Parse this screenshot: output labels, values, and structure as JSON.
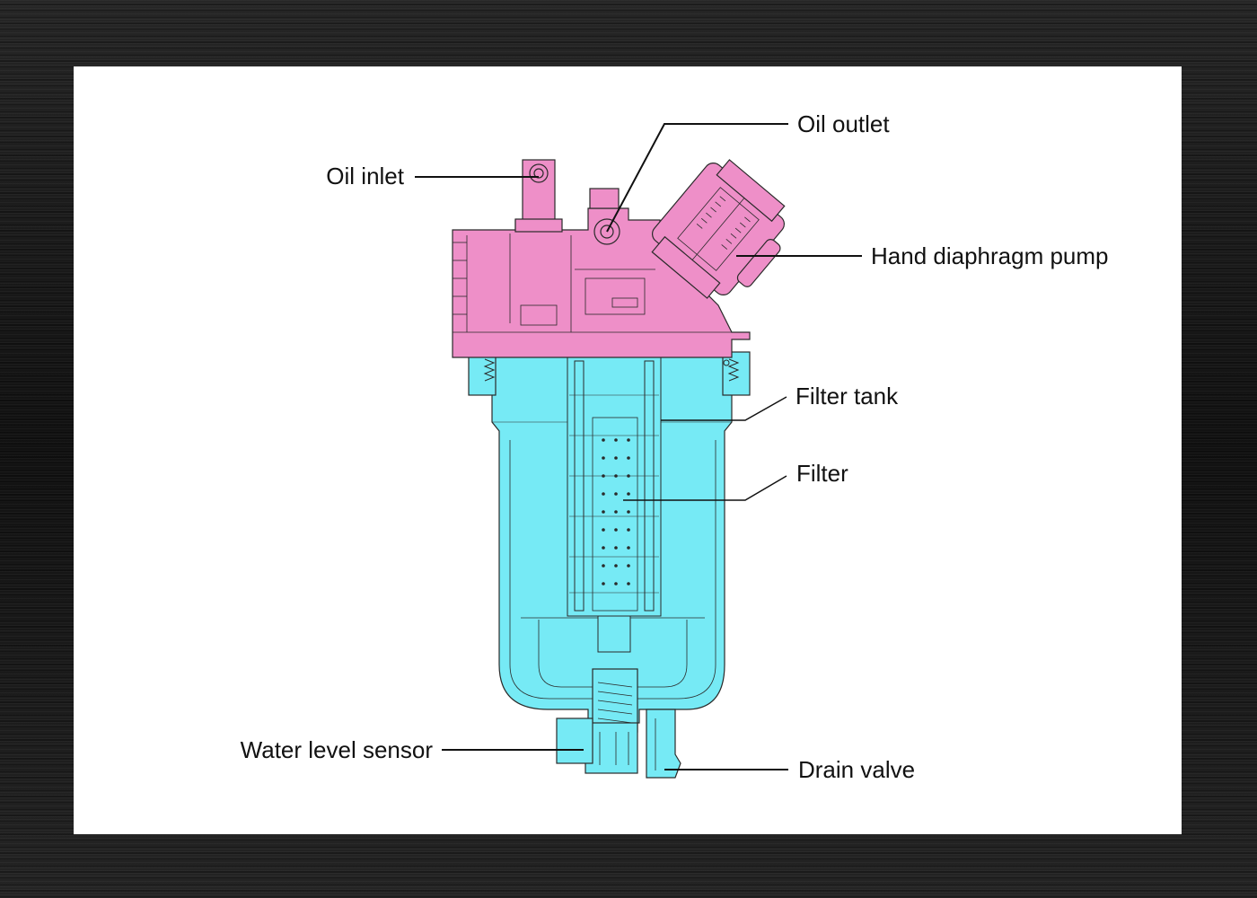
{
  "diagram": {
    "colors": {
      "head_block": "#ee8fc8",
      "tank_body": "#76eaf5",
      "outline": "#2a2a2a",
      "background_panel": "#ffffff",
      "frame": "#1b1b1b"
    },
    "labels": {
      "oil_inlet": "Oil inlet",
      "oil_outlet": "Oil outlet",
      "hand_pump": "Hand diaphragm pump",
      "filter_tank": "Filter tank",
      "filter": "Filter",
      "water_level_sensor": "Water level sensor",
      "drain_valve": "Drain valve"
    }
  }
}
